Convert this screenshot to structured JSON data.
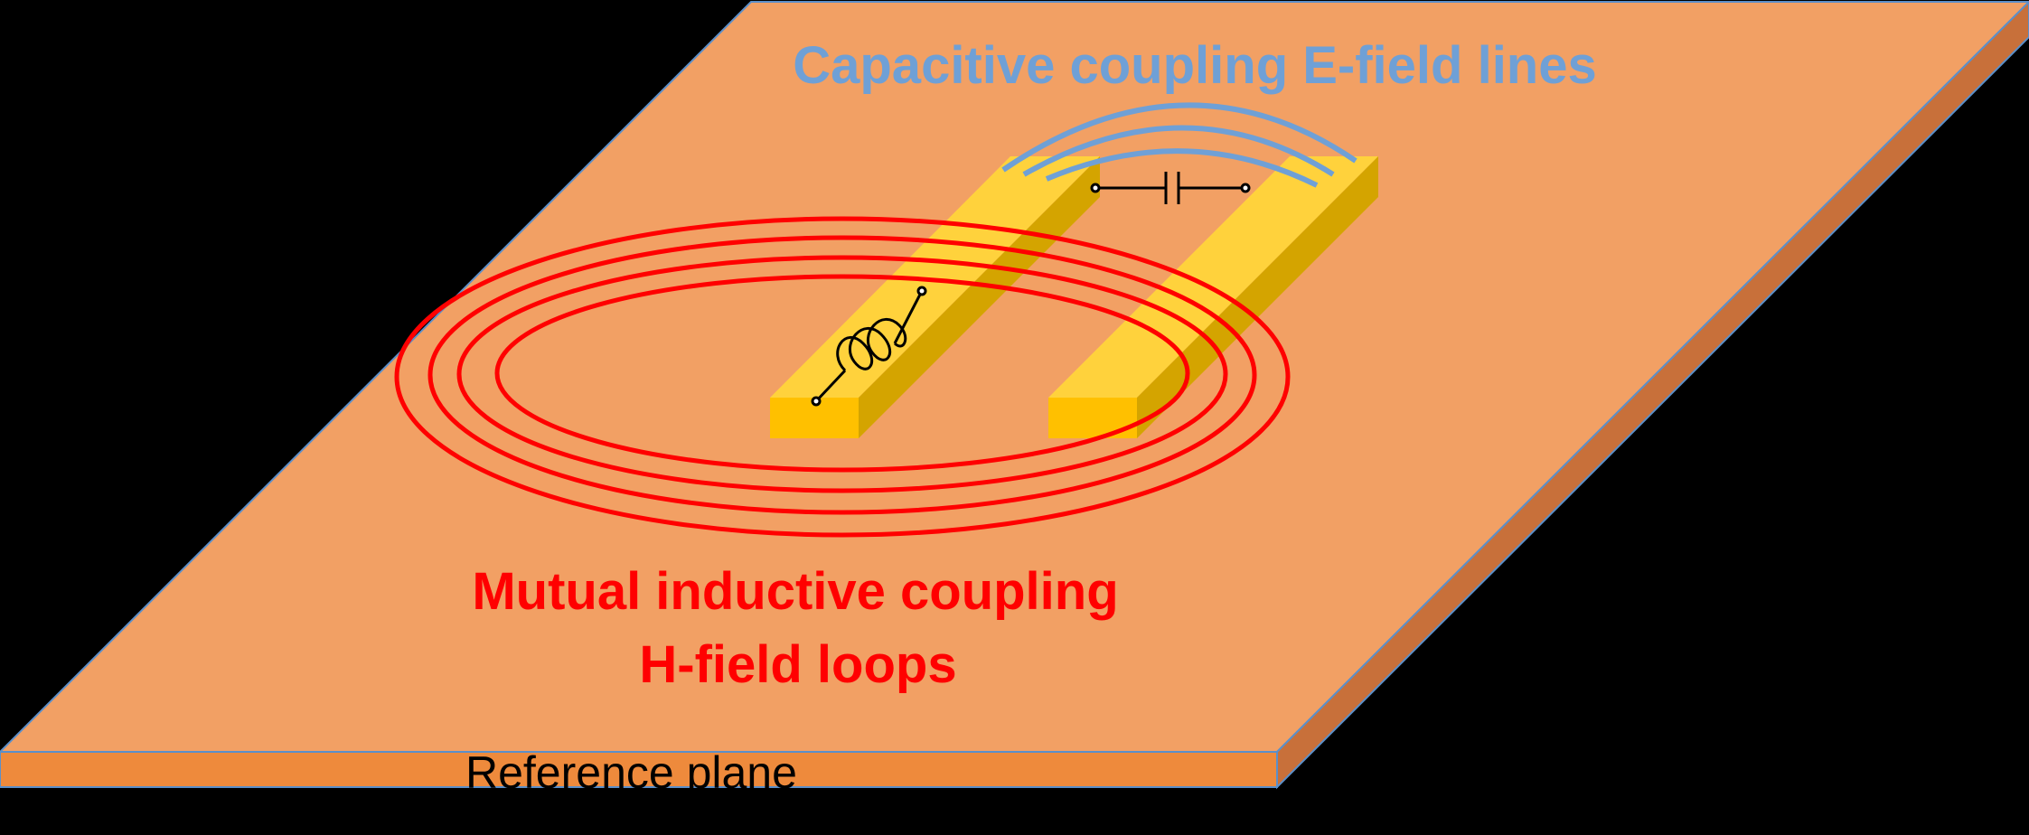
{
  "labels": {
    "capacitive": "Capacitive coupling E-field lines",
    "inductive_line1": "Mutual inductive coupling",
    "inductive_line2": "H-field loops",
    "reference_plane": "Reference plane"
  },
  "colors": {
    "background": "#000000",
    "plane_top": "#f2a064",
    "plane_front": "#ee8a3c",
    "plane_side": "#c8703a",
    "plane_edge": "#5b8fc9",
    "trace_top": "#ffd23c",
    "trace_front": "#ffc000",
    "trace_side": "#d4a400",
    "h_field": "#ff0000",
    "e_field": "#6fa0d6",
    "symbol": "#000000"
  },
  "icons": {
    "inductor": "inductor-symbol",
    "capacitor": "capacitor-symbol"
  }
}
